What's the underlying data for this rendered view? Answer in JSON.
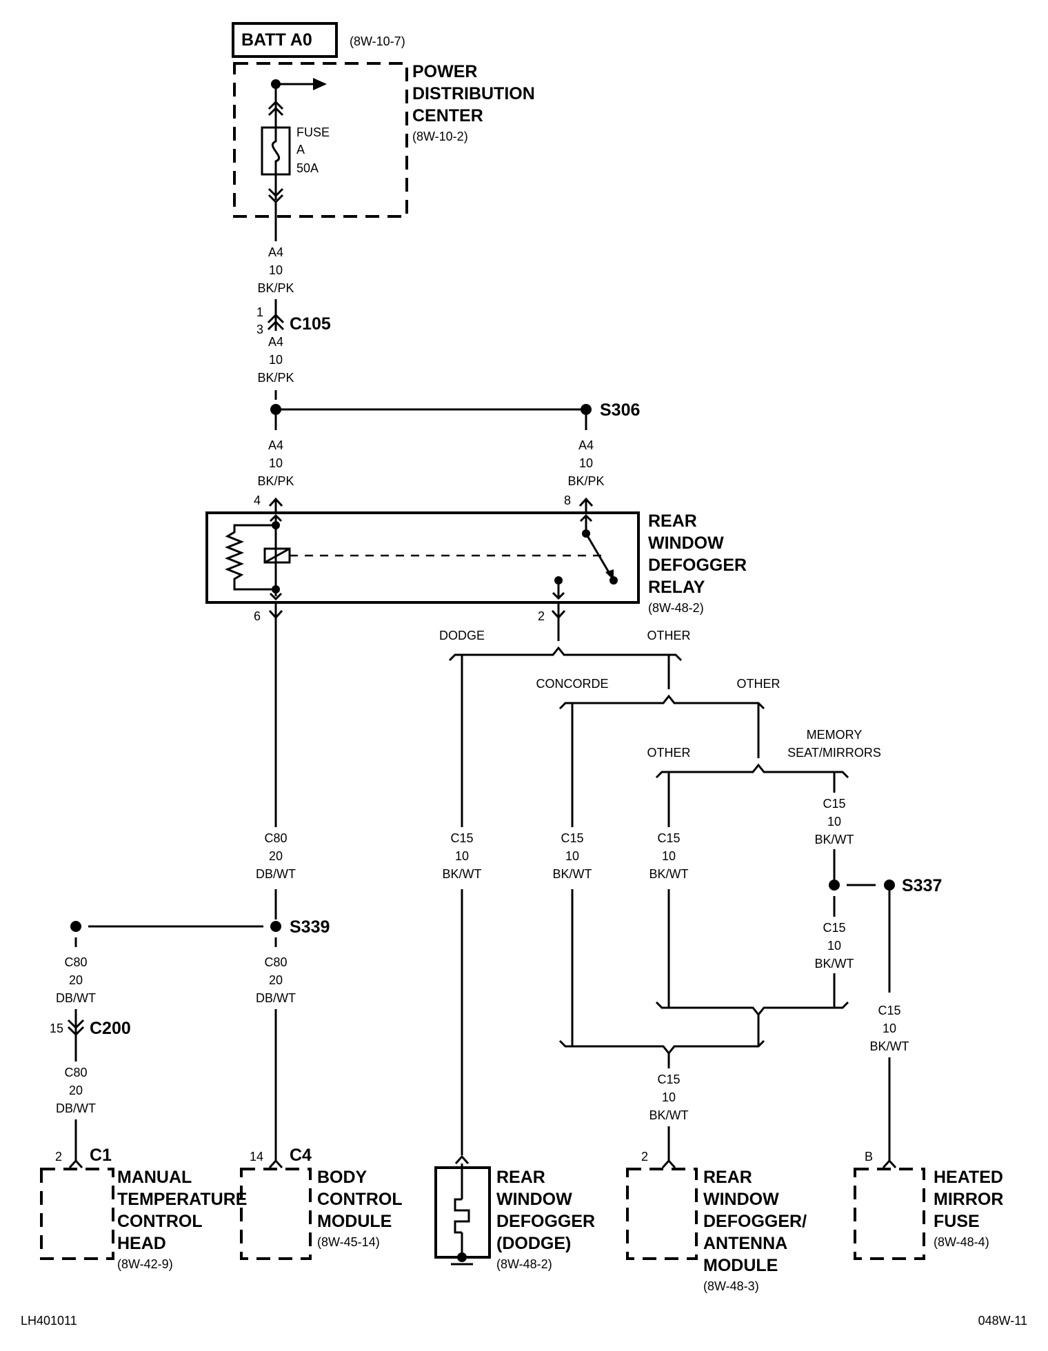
{
  "batt": {
    "label": "BATT A0",
    "ref": "(8W-10-7)"
  },
  "pdc": {
    "l1": "POWER",
    "l2": "DISTRIBUTION",
    "l3": "CENTER",
    "ref": "(8W-10-2)"
  },
  "fuse": {
    "l1": "FUSE",
    "l2": "A",
    "l3": "50A"
  },
  "wire_a4": {
    "circuit": "A4",
    "gauge": "10",
    "color": "BK/PK"
  },
  "wire_c80": {
    "circuit": "C80",
    "gauge": "20",
    "color": "DB/WT"
  },
  "wire_c15": {
    "circuit": "C15",
    "gauge": "10",
    "color": "BK/WT"
  },
  "c105": {
    "name": "C105",
    "pin_top": "1",
    "pin_bottom": "3"
  },
  "s306": "S306",
  "relay": {
    "l1": "REAR",
    "l2": "WINDOW",
    "l3": "DEFOGGER",
    "l4": "RELAY",
    "ref": "(8W-48-2)",
    "pin4": "4",
    "pin8": "8",
    "pin6": "6",
    "pin2": "2"
  },
  "branches": {
    "dodge": "DODGE",
    "other1": "OTHER",
    "concorde": "CONCORDE",
    "other2": "OTHER",
    "other3": "OTHER",
    "memory1": "MEMORY",
    "memory2": "SEAT/MIRRORS"
  },
  "s339": "S339",
  "s337": "S337",
  "c200": {
    "name": "C200",
    "pin": "15"
  },
  "mtc": {
    "conn": "C1",
    "pin": "2",
    "l1": "MANUAL",
    "l2": "TEMPERATURE",
    "l3": "CONTROL",
    "l4": "HEAD",
    "ref": "(8W-42-9)"
  },
  "bcm": {
    "conn": "C4",
    "pin": "14",
    "l1": "BODY",
    "l2": "CONTROL",
    "l3": "MODULE",
    "ref": "(8W-45-14)"
  },
  "rwd": {
    "l1": "REAR",
    "l2": "WINDOW",
    "l3": "DEFOGGER",
    "l4": "(DODGE)",
    "ref": "(8W-48-2)"
  },
  "rwda": {
    "pin": "2",
    "l1": "REAR",
    "l2": "WINDOW",
    "l3": "DEFOGGER/",
    "l4": "ANTENNA",
    "l5": "MODULE",
    "ref": "(8W-48-3)"
  },
  "hmf": {
    "pin": "B",
    "l1": "HEATED",
    "l2": "MIRROR",
    "l3": "FUSE",
    "ref": "(8W-48-4)"
  },
  "footer": {
    "left": "LH401011",
    "right": "048W-11"
  }
}
